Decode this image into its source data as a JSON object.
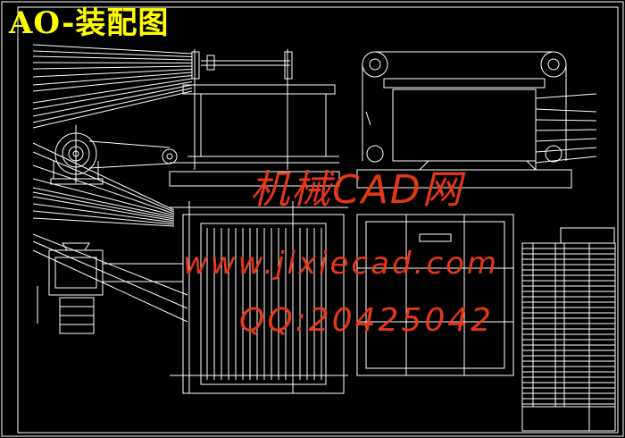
{
  "drawing": {
    "title": "AO-装配图",
    "title_color": "#ffff00",
    "line_color": "#ffffff",
    "background": "#000000"
  },
  "watermark": {
    "site_name": "机械CAD网",
    "url": "www.jixiecad.com",
    "qq": "QQ:20425042",
    "color": "#f03a1c"
  }
}
